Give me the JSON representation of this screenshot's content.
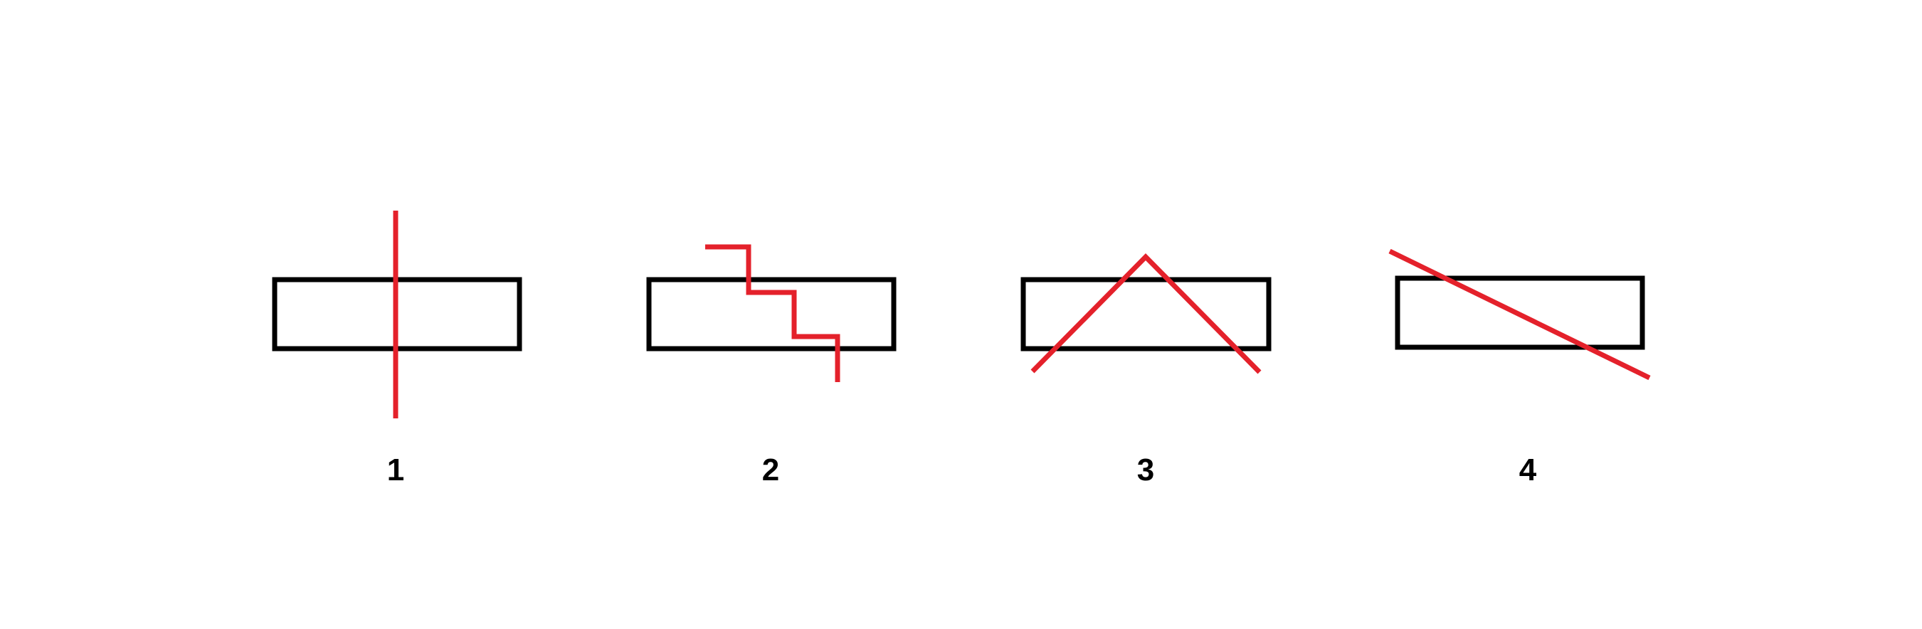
{
  "colors": {
    "background": "#ffffff",
    "rectangle_stroke": "#000000",
    "line_stroke": "#e4212b",
    "label_text": "#000000"
  },
  "figures": [
    {
      "label": "1",
      "line_shape": "vertical-straight"
    },
    {
      "label": "2",
      "line_shape": "stepped-staircase"
    },
    {
      "label": "3",
      "line_shape": "inverted-v"
    },
    {
      "label": "4",
      "line_shape": "diagonal-straight"
    }
  ]
}
